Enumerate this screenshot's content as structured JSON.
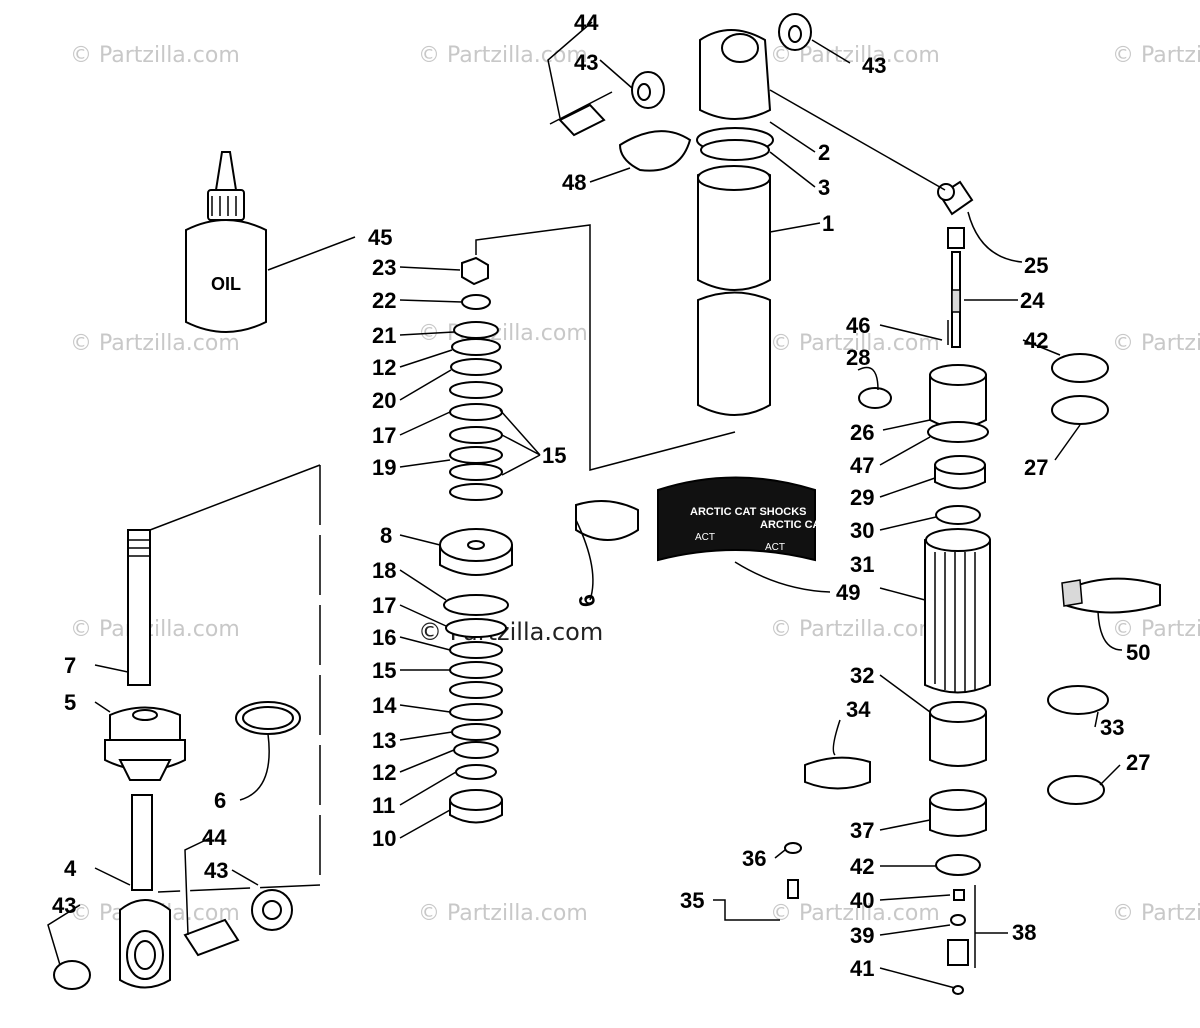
{
  "oil_label": "OIL",
  "decal_text": "ARCTIC CAT SHOCKS",
  "decal_logo": "ACT",
  "watermark": "© Partzilla.com",
  "callouts": {
    "c1": "1",
    "c2": "2",
    "c3": "3",
    "c4": "4",
    "c5": "5",
    "c6": "6",
    "c7": "7",
    "c8": "8",
    "c9": "9",
    "c10": "10",
    "c11": "11",
    "c12a": "12",
    "c12b": "12",
    "c13": "13",
    "c14": "14",
    "c15a": "15",
    "c15b": "15",
    "c16": "16",
    "c17a": "17",
    "c17b": "17",
    "c18": "18",
    "c19": "19",
    "c20": "20",
    "c21": "21",
    "c22": "22",
    "c23": "23",
    "c24": "24",
    "c25": "25",
    "c26": "26",
    "c27a": "27",
    "c27b": "27",
    "c28": "28",
    "c29": "29",
    "c30": "30",
    "c31": "31",
    "c32": "32",
    "c33": "33",
    "c34": "34",
    "c35": "35",
    "c36": "36",
    "c37": "37",
    "c38": "38",
    "c39": "39",
    "c40": "40",
    "c41": "41",
    "c42a": "42",
    "c42b": "42",
    "c43a": "43",
    "c43b": "43",
    "c43c": "43",
    "c43d": "43",
    "c44a": "44",
    "c44b": "44",
    "c45": "45",
    "c46": "46",
    "c47": "47",
    "c48": "48",
    "c49": "49",
    "c50": "50"
  }
}
